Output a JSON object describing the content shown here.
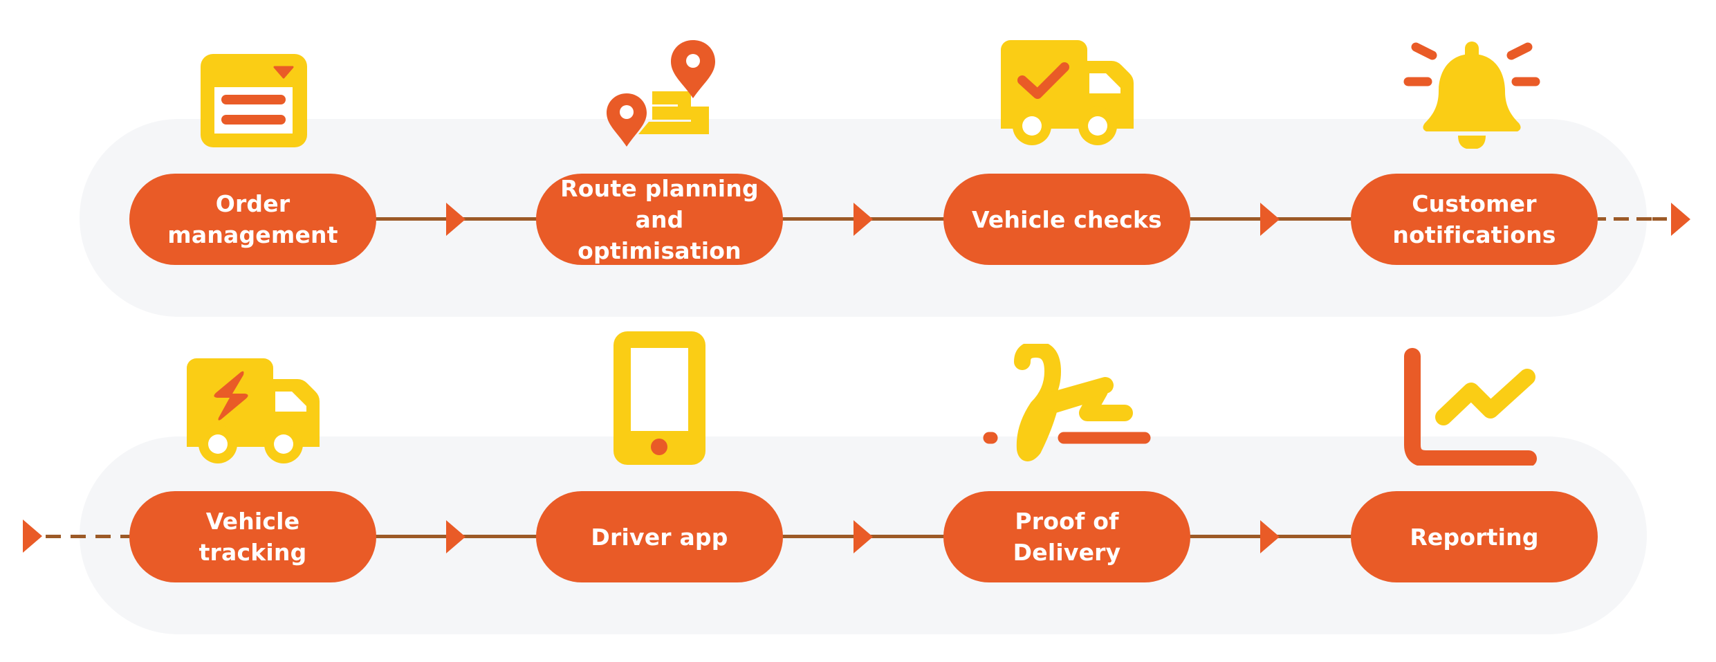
{
  "diagram": {
    "title": "Delivery management workflow",
    "colors": {
      "accent_orange": "#e95b27",
      "accent_yellow": "#facd15",
      "connector_brown": "#9c5a27",
      "panel_gray": "#f5f6f8"
    },
    "rows": [
      {
        "steps": [
          {
            "label": "Order\nmanagement",
            "icon": "order-form-icon"
          },
          {
            "label": "Route planning\nand optimisation",
            "icon": "route-pins-icon"
          },
          {
            "label": "Vehicle checks",
            "icon": "truck-check-icon"
          },
          {
            "label": "Customer\nnotifications",
            "icon": "bell-alert-icon"
          }
        ],
        "continues_to_next_row": true
      },
      {
        "steps": [
          {
            "label": "Vehicle\ntracking",
            "icon": "truck-lightning-icon"
          },
          {
            "label": "Driver app",
            "icon": "smartphone-icon"
          },
          {
            "label": "Proof of\nDelivery",
            "icon": "signature-icon"
          },
          {
            "label": "Reporting",
            "icon": "line-chart-icon"
          }
        ],
        "continued_from_previous_row": true
      }
    ]
  }
}
